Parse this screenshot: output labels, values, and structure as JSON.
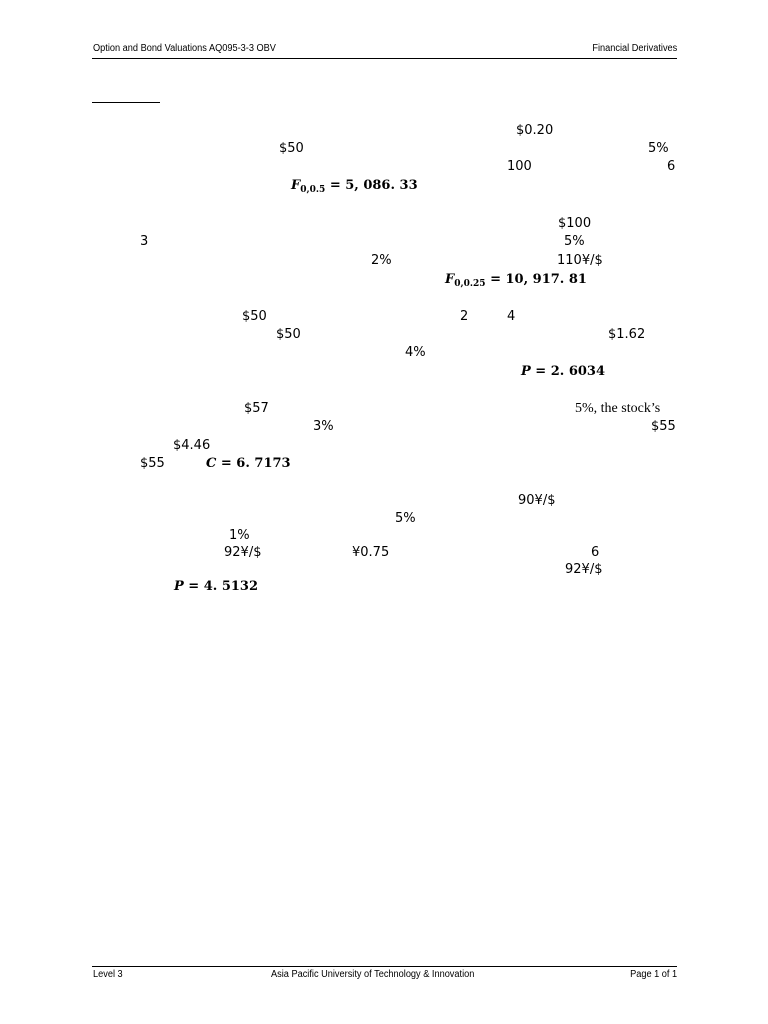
{
  "header": {
    "left": "Option and Bond Valuations AQ095-3-3 OBV",
    "right": "Financial Derivatives"
  },
  "footer": {
    "left": "Level 3",
    "center": "Asia Pacific University of Technology & Innovation",
    "right": "Page 1 of 1"
  },
  "q1": {
    "v1": "$0.20",
    "v2": "$50",
    "v3": "5%",
    "v4": "100",
    "v5": "6",
    "answer_lhs": "F",
    "answer_sub": "0,0.5",
    "answer_rhs": " = 5, 086. 33"
  },
  "q2": {
    "v1": "$100",
    "v2": "3",
    "v3": "5%",
    "v4": "2%",
    "v5": "110¥/$",
    "answer_lhs": "F",
    "answer_sub": "0,0.25",
    "answer_rhs": " = 10, 917. 81"
  },
  "q3": {
    "v1": "$50",
    "v2": "2",
    "v3": "4",
    "v4": "$50",
    "v5": "$1.62",
    "v6": "4%",
    "answer_lhs": "P",
    "answer_rhs": " = 2. 6034"
  },
  "q4": {
    "v1": "$57",
    "v2": "5%, the stock’s",
    "v3": "3%",
    "v4": "$55",
    "v5": "$4.46",
    "v6": "$55",
    "answer_lhs": "C",
    "answer_rhs": " = 6. 7173"
  },
  "q5": {
    "v1": "90¥/$",
    "v2": "5%",
    "v3": "1%",
    "v4": "92¥/$",
    "v5": "¥0.75",
    "v6": "6",
    "v7": "92¥/$",
    "answer_lhs": "P",
    "answer_rhs": " = 4. 5132"
  }
}
